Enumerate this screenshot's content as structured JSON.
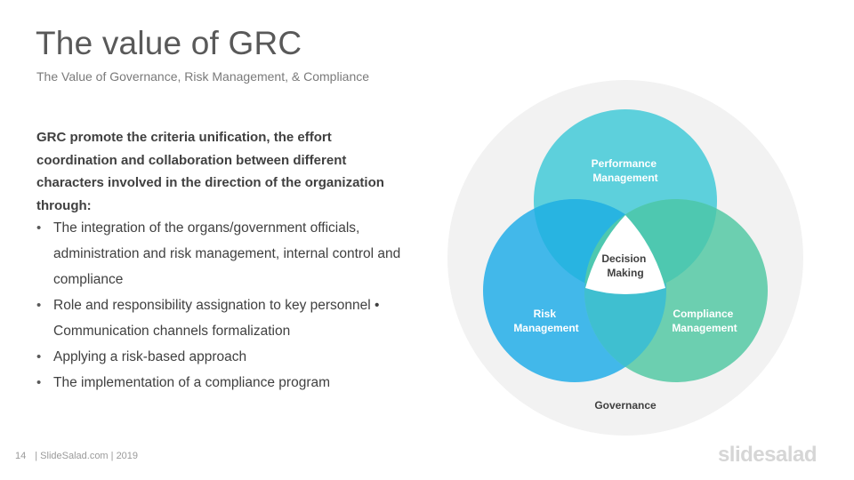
{
  "slide": {
    "title": "The value of GRC",
    "subtitle": "The Value of Governance, Risk Management, & Compliance",
    "lead": "GRC promote the criteria unification, the effort coordination and collaboration between different characters involved in the direction of the organization through:",
    "bullets": [
      {
        "marker": "•",
        "text": "The integration of the organs/government  officials, administration and risk management, internal control and compliance"
      },
      {
        "marker": "•",
        "text": "Role and responsibility assignation to key personnel • Communication channels formalization"
      },
      {
        "marker": "•",
        "text": "Applying a risk-based approach"
      },
      {
        "marker": "•",
        "text": "The implementation of a compliance program"
      }
    ]
  },
  "diagram": {
    "outer_label": "Governance",
    "top": {
      "line1": "Performance",
      "line2": "Management"
    },
    "left": {
      "line1": "Risk",
      "line2": "Management"
    },
    "right": {
      "line1": "Compliance",
      "line2": "Management"
    },
    "center": {
      "line1": "Decision",
      "line2": "Making"
    },
    "colors": {
      "outer": "#f2f2f2",
      "top": "#5dd0dc",
      "left": "#42b8ea",
      "right": "#6ccfb0",
      "overlap_top_left": "#28b4e1",
      "overlap_top_right": "#4ec8b0",
      "overlap_left_right": "#3fbfd0",
      "center": "#ffffff"
    }
  },
  "footer": {
    "page_number": "14",
    "source": "| SlideSalad.com | 2019",
    "brand": "slidesalad"
  }
}
